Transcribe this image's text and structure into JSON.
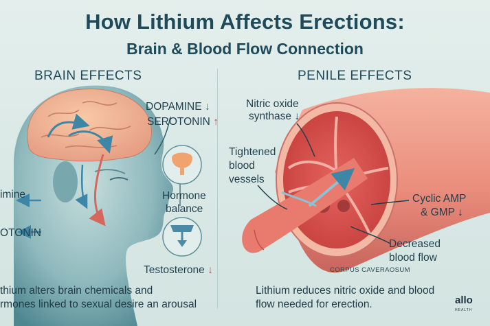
{
  "title": {
    "line1": "How Lithium Affects Erections:",
    "line2": "Brain & Blood Flow Connection"
  },
  "brain": {
    "heading": "BRAIN EFFECTS",
    "dopamine": "DOPAMINE",
    "dopamine_arrow": "↓",
    "serotonin": "SEROTONIN",
    "serotonin_arrow": "↑",
    "left_dopamine": "imine",
    "left_serotonin": "OTONIN",
    "hormone_line1": "Hormone",
    "hormone_line2": "balance",
    "testosterone": "Testosterone",
    "testosterone_arrow": "↓",
    "caption_line1": "thium alters brain chemicals and",
    "caption_line2": "rmones linked to sexual desire an arousal"
  },
  "penile": {
    "heading": "PENILE EFFECTS",
    "nos_line1": "Nitric oxide",
    "nos_line2": "synthase ↓",
    "tight_line1": "Tightened",
    "tight_line2": "blood",
    "tight_line3": "vessels",
    "camp_line1": "Cyclic AMP",
    "camp_line2": "& GMP ↓",
    "flow_line1": "Decreased",
    "flow_line2": "blood flow",
    "corpus": "CORPUS CAVERAOSUM",
    "caption_line1": "Lithium reduces nitric oxide and blood",
    "caption_line2": "flow needed for erection."
  },
  "logo": {
    "name": "allo",
    "tag": "HEALTH"
  },
  "colors": {
    "title": "#1f4a5a",
    "arrow_down": "#2e6f8e",
    "arrow_up": "#c0504d",
    "tissue": "#e9837a"
  }
}
